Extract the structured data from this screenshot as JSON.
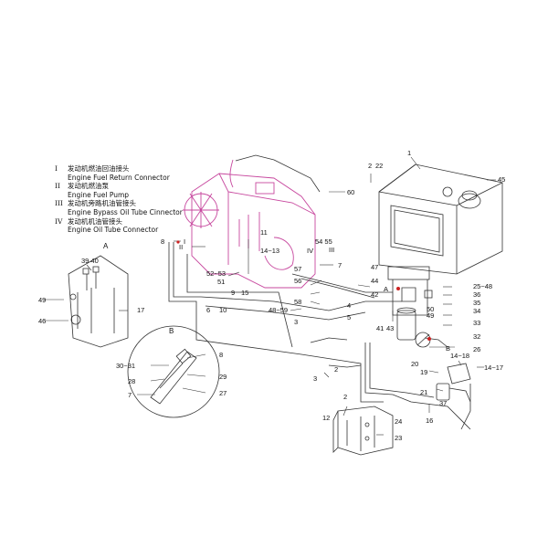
{
  "legend": [
    {
      "roman": "I",
      "cn": "发动机燃油回油接头",
      "en": "Engine Fuel Return Connector"
    },
    {
      "roman": "II",
      "cn": "发动机燃油泵",
      "en": "Engine Fuel Pump"
    },
    {
      "roman": "III",
      "cn": "发动机旁路机油管接头",
      "en": "Engine Bypass Oil Tube Cinnector"
    },
    {
      "roman": "IV",
      "cn": "发动机机油管接头",
      "en": "Engine Oil Tube Connector"
    }
  ],
  "section_labels": {
    "A": "A",
    "B": "B"
  },
  "callouts": {
    "c1": "1",
    "c45": "45",
    "c2a": "2",
    "c22": "22",
    "c60": "60",
    "c11": "11",
    "c8a": "8",
    "roman1": "I",
    "roman2": "II",
    "c1413": "14~13",
    "c5455": "54  55",
    "roman4": "IV",
    "roman3": "III",
    "c7a": "7",
    "c5253": "52~53",
    "c51": "51",
    "c9": "9",
    "c15": "15",
    "c6": "6",
    "c10": "10",
    "c57": "57",
    "c56": "56",
    "c58": "58",
    "c4859": "48~59",
    "c3a": "3",
    "c4": "4",
    "c5": "5",
    "c44": "44",
    "cA2": "A",
    "c42": "42",
    "c41": "41",
    "c43": "43",
    "c47": "47",
    "c2548": "25~48",
    "c36": "36",
    "c35": "35",
    "c34": "34",
    "c33": "33",
    "c32": "32",
    "c50": "50",
    "c49": "49",
    "cB2": "B",
    "c26": "26",
    "c1418": "14~18",
    "c20": "20",
    "c19": "19",
    "c1417": "14~17",
    "c21": "21",
    "c37": "37",
    "c16": "16",
    "c3b": "3",
    "c2b": "2",
    "c12": "12",
    "c24": "24",
    "c23": "23",
    "c2c": "2",
    "c3940": "39  40",
    "c49a": "49",
    "c46": "46",
    "c17": "17",
    "c3031": "30~31",
    "c8b": "8",
    "c28": "28",
    "c29": "29",
    "c7b": "7",
    "c27": "27"
  },
  "colors": {
    "line": "#333333",
    "highlight": "#c7479e",
    "marker": "#cc2222"
  }
}
